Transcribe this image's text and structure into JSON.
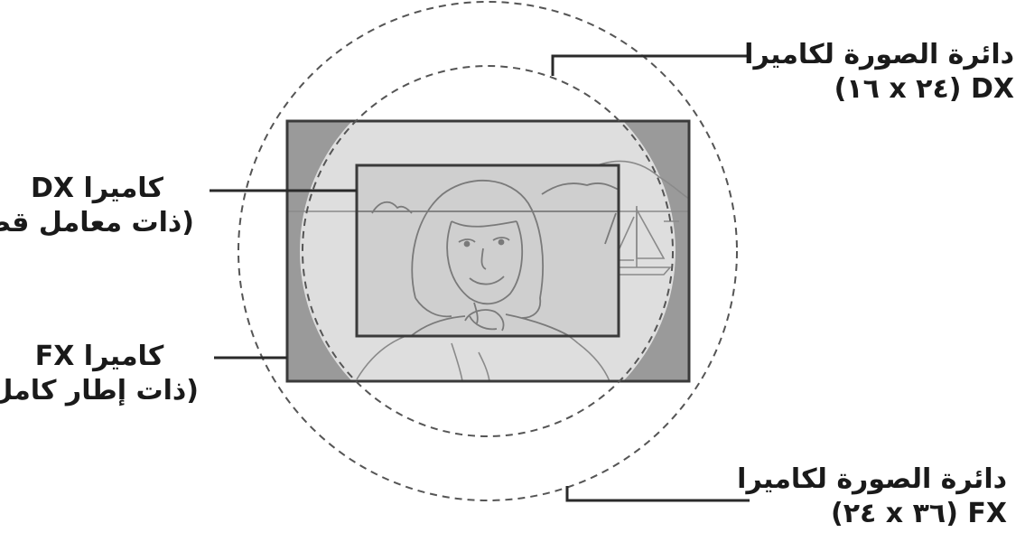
{
  "labels": {
    "dx_circle": {
      "line1": "دائرة الصورة لكاميرا",
      "line2": "DX (٢٤ x ١٦)"
    },
    "fx_circle": {
      "line1": "دائرة الصورة لكاميرا",
      "line2": "FX (٣٦ x ٢٤)"
    },
    "dx_camera": {
      "line1": "كاميرا DX",
      "line2": "(ذات معامل قطع)"
    },
    "fx_camera": {
      "line1": "كاميرا FX",
      "line2": "(ذات إطار كامل)"
    }
  },
  "colors": {
    "frame_border": "#3a3a3a",
    "fx_frame_fill": "#9a9a9a",
    "image_circle_fill": "#dedede",
    "dx_frame_fill": "#cfcfcf",
    "dashed_circle": "#555555",
    "leader_line": "#2a2a2a"
  }
}
